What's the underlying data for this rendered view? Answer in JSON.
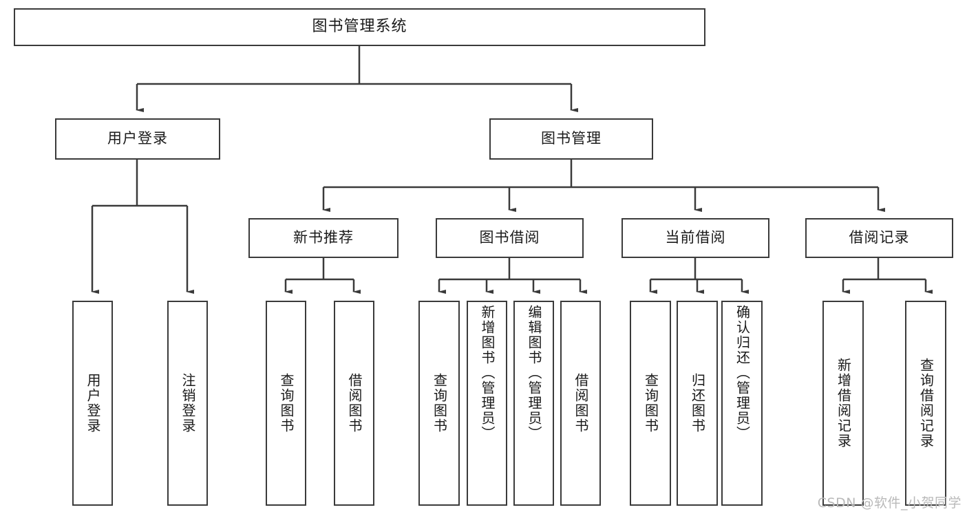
{
  "diagram": {
    "title_node": {
      "label": "图书管理系统"
    },
    "level1": [
      {
        "label": "用户登录"
      },
      {
        "label": "图书管理"
      }
    ],
    "level2": [
      {
        "label": "新书推荐"
      },
      {
        "label": "图书借阅"
      },
      {
        "label": "当前借阅"
      },
      {
        "label": "借阅记录"
      }
    ],
    "leaves": {
      "user_login": [
        {
          "label": "用户登录"
        },
        {
          "label": "注销登录"
        }
      ],
      "new_book": [
        {
          "label": "查询图书"
        },
        {
          "label": "借阅图书"
        }
      ],
      "book_borrow": [
        {
          "label": "查询图书"
        },
        {
          "label": "新增图书（管理员）"
        },
        {
          "label": "编辑图书（管理员）"
        },
        {
          "label": "借阅图书"
        }
      ],
      "current_borrow": [
        {
          "label": "查询图书"
        },
        {
          "label": "归还图书"
        },
        {
          "label": "确认归还（管理员）"
        }
      ],
      "borrow_record": [
        {
          "label": "新增借阅记录"
        },
        {
          "label": "查询借阅记录"
        }
      ]
    },
    "watermark": "CSDN @软件_小贺同学",
    "colors": {
      "stroke": "#3a3a3a",
      "text": "#1a1a1a",
      "background": "#ffffff",
      "watermark": "#b9b9b9"
    }
  }
}
